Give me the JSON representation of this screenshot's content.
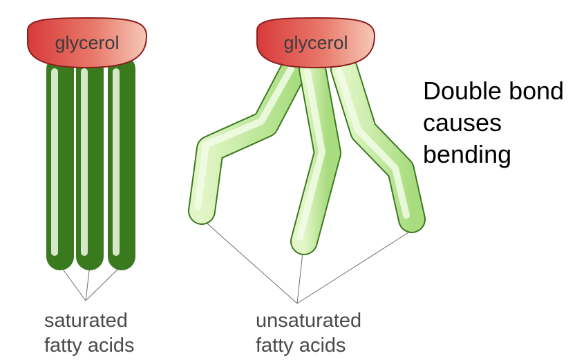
{
  "saturated": {
    "head_label": "glycerol",
    "caption_line1": "saturated",
    "caption_line2": "fatty acids"
  },
  "unsaturated": {
    "head_label": "glycerol",
    "caption_line1": "unsaturated",
    "caption_line2": "fatty acids"
  },
  "annotation": {
    "line1": "Double bond",
    "line2": "causes",
    "line3": "bending"
  },
  "colors": {
    "glycerol_dark": "#d83a3a",
    "glycerol_light": "#f7c8b6",
    "chain_light": "#e2f6c8",
    "chain_mid": "#a9dc7f",
    "chain_outline": "#3a7a1e"
  }
}
